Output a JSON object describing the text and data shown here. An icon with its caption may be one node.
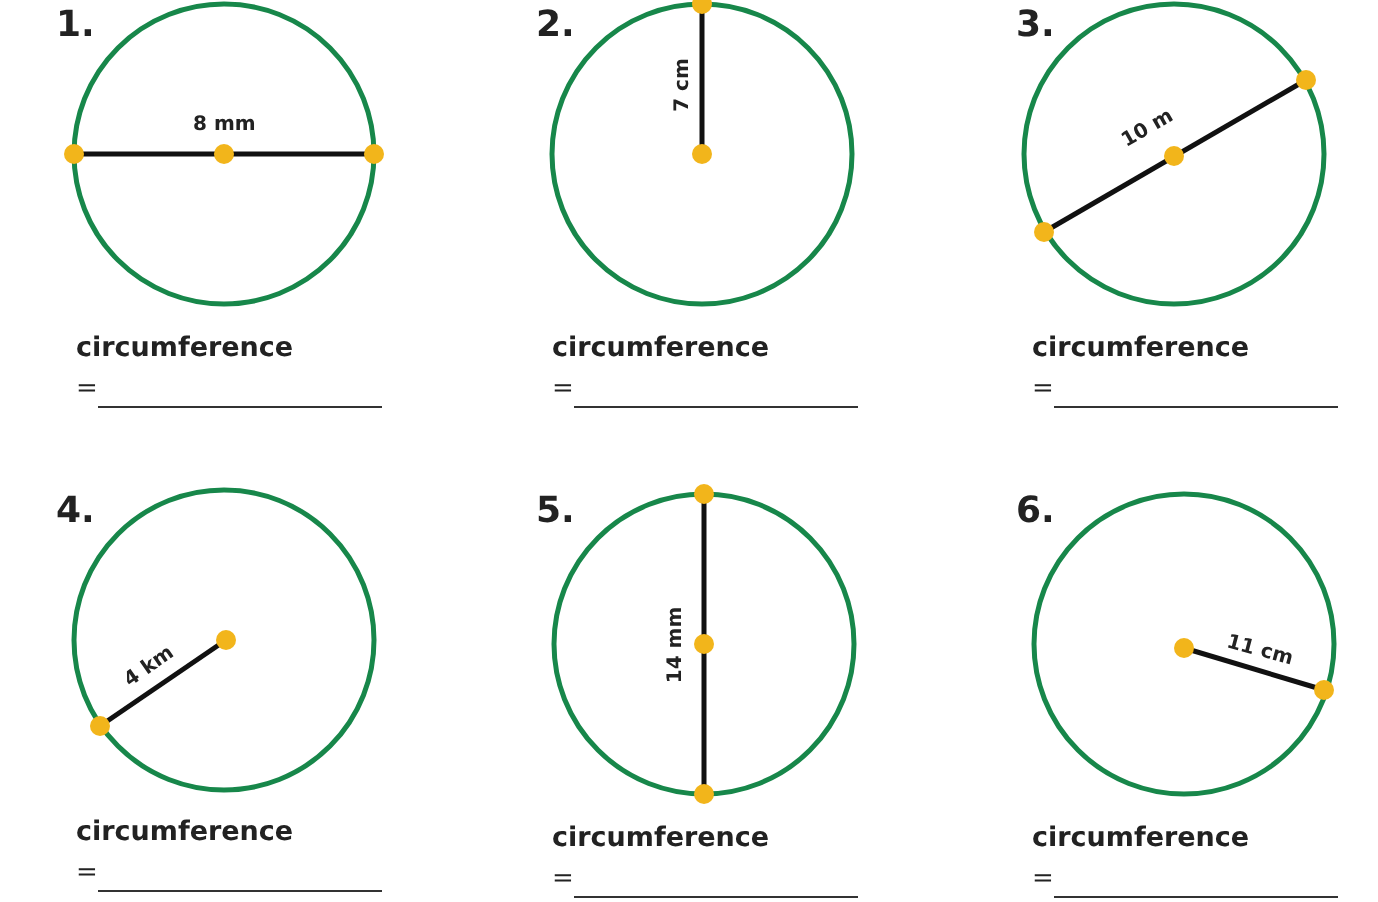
{
  "diagram": {
    "labels": [
      "1.",
      "8 mm",
      "circumference",
      "=",
      "2.",
      "7 cm",
      "circumference",
      "=",
      "3.",
      "10 m",
      "circumference",
      "=",
      "4.",
      "4 km",
      "circumference",
      "=",
      "5.",
      "14 mm",
      "circumference",
      "=",
      "6.",
      "11 cm",
      "circumference",
      "="
    ]
  }
}
